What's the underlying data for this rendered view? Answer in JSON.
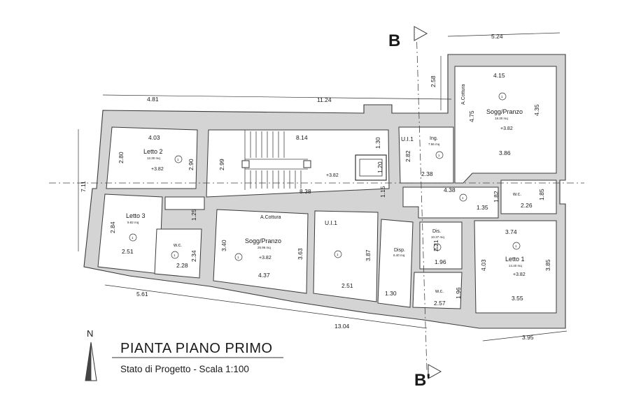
{
  "title": {
    "main": "PIANTA PIANO PRIMO",
    "subtitle": "Stato di Progetto - Scala 1:100"
  },
  "north": {
    "label": "N"
  },
  "sections": {
    "top": "B",
    "bottom": "B'"
  },
  "level_mark": "+3.82",
  "unit_label": "U.I.1",
  "rooms": {
    "letto2": {
      "name": "Letto 2",
      "area": "12.30 mq",
      "number": "1"
    },
    "letto3": {
      "name": "Letto 3",
      "area": "9.82 mq",
      "number": "1"
    },
    "wc_left": {
      "name": "w.c.",
      "number": "1"
    },
    "stair": {
      "level": "+3.82"
    },
    "sogg_left": {
      "name": "Sogg/Pranzo",
      "area": "25.96 mq",
      "number": "1",
      "cottura": "A.Cottura"
    },
    "center": {
      "number": "1"
    },
    "disp": {
      "name": "Disp.",
      "area": "6.40 mq"
    },
    "ing": {
      "name": "Ing.",
      "area": "7.56 mq",
      "number": "1"
    },
    "sogg_right": {
      "name": "Sogg/Pranzo",
      "area": "18.30 mq",
      "number": "1",
      "cottura": "A.Cottura"
    },
    "wc_mid": {
      "name": "w.c."
    },
    "dis": {
      "name": "Dis.",
      "area": "10.37 mq",
      "number": "1"
    },
    "letto1": {
      "name": "Letto 1",
      "area": "14.40 mq",
      "number": "1"
    },
    "wc_bottom": {
      "name": "w.c."
    },
    "corridor": {
      "number": "1"
    }
  },
  "dimensions": {
    "d481": "4.81",
    "d1124": "11.24",
    "d258": "2.58",
    "d524": "5.24",
    "d711": "7.11",
    "d403a": "4.03",
    "d280": "2.80",
    "d290": "2.90",
    "d814": "8.14",
    "d299": "2.99",
    "d838": "8.38",
    "d130a": "1.30",
    "d120": "1.20",
    "d115": "1.15",
    "d282": "2.82",
    "d238": "2.38",
    "d415": "4.15",
    "d475": "4.75",
    "d435": "4.35",
    "d386": "3.86",
    "d438": "4.38",
    "d182": "1.82",
    "d185": "1.85",
    "d135": "1.35",
    "d226": "2.26",
    "d125": "1.25",
    "d284": "2.84",
    "d251a": "2.51",
    "d234": "2.34",
    "d228": "2.28",
    "d340": "3.40",
    "d363": "3.63",
    "d437": "4.37",
    "d387": "3.87",
    "d251b": "2.51",
    "d130b": "1.30",
    "d221": "2.21",
    "d196a": "1.96",
    "d374": "3.74",
    "d403b": "4.03",
    "d385": "3.85",
    "d355": "3.55",
    "d196b": "1.96",
    "d257": "2.57",
    "d561": "5.61",
    "d1304": "13.04",
    "d395": "3.95"
  }
}
